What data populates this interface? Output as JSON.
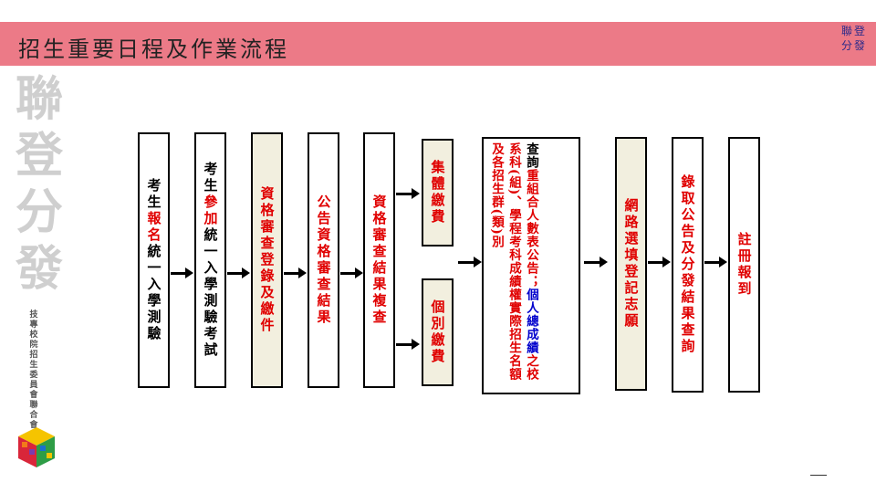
{
  "title": "招生重要日程及作業流程",
  "logo_text": "聯登分發",
  "watermark": {
    "main": "聯登分發",
    "sub": "技專校院招生委員會聯合會"
  },
  "flow": {
    "b1": [
      {
        "t": "考生",
        "c": "blk"
      },
      {
        "t": "報名",
        "c": "red"
      },
      {
        "t": "統一入學測驗",
        "c": "blk"
      }
    ],
    "b2": [
      {
        "t": "考生",
        "c": "blk"
      },
      {
        "t": "參加",
        "c": "red"
      },
      {
        "t": "統一入學測驗考試",
        "c": "blk"
      }
    ],
    "b3": "資格審查登錄及繳件",
    "b4": "公告資格審查結果",
    "b5": "資格審查結果複查",
    "b6a": "集體繳費",
    "b6b": "個別繳費",
    "b7": [
      {
        "t": "查詢",
        "c": "blk"
      },
      {
        "t": "重組合人數表公告；",
        "c": "red"
      },
      {
        "t": "個人總成績",
        "c": "blu"
      },
      {
        "t": "之校系科(組)、學程考科成績權",
        "c": "red"
      },
      {
        "t": "實際招生名額及各招生群(類)別",
        "c": "red"
      }
    ],
    "b8": "網路選填登記志願",
    "b9": "錄取公告及分發結果查詢",
    "b10": "註冊報到"
  }
}
